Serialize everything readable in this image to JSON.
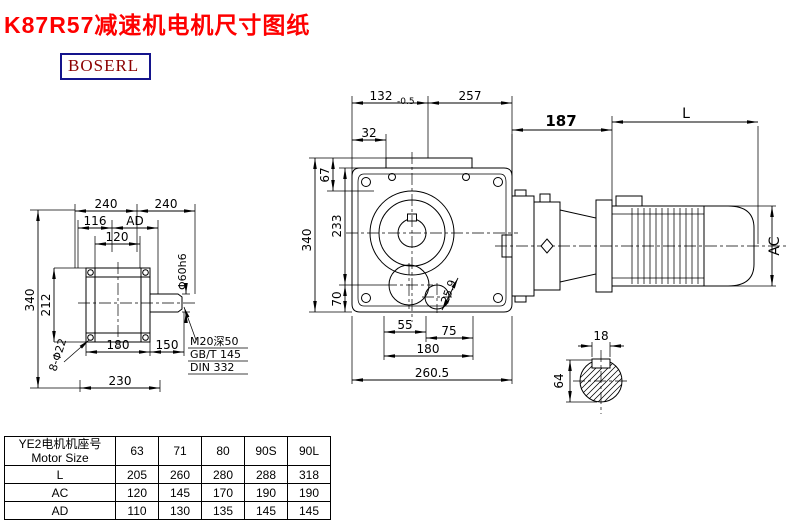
{
  "page": {
    "title": "K87R57减速机电机尺寸图纸",
    "logo": "BOSERL"
  },
  "dims": {
    "front": {
      "d132": "132",
      "d132_tol": "-0.5",
      "d257": "257",
      "d32": "32",
      "d67": "67",
      "d340": "340",
      "d233": "233",
      "d70": "70",
      "d25_9": "25.9",
      "d55": "55",
      "d75": "75",
      "d180": "180",
      "d260_5": "260.5"
    },
    "side": {
      "d240_left": "240",
      "d240_right": "240",
      "d116": "116",
      "dAD": "AD",
      "d120": "120",
      "shaft_dia": "Φ60h6",
      "d340": "340",
      "d212": "212",
      "d180": "180",
      "d150": "150",
      "d230": "230",
      "holes": "8-Φ22",
      "thread_note_1": "M20深50",
      "thread_note_2": "GB/T 145",
      "thread_note_3": "DIN 332"
    },
    "motor": {
      "d187": "187",
      "dL": "L",
      "dAC": "AC",
      "d18": "18",
      "d64": "64"
    }
  },
  "table": {
    "header_cn": "YE2电机机座号",
    "header_en": "Motor Size",
    "sizes": [
      "63",
      "71",
      "80",
      "90S",
      "90L"
    ],
    "rows": [
      {
        "label": "L",
        "values": [
          "205",
          "260",
          "280",
          "288",
          "318"
        ]
      },
      {
        "label": "AC",
        "values": [
          "120",
          "145",
          "170",
          "190",
          "190"
        ]
      },
      {
        "label": "AD",
        "values": [
          "110",
          "130",
          "135",
          "145",
          "145"
        ]
      }
    ]
  }
}
